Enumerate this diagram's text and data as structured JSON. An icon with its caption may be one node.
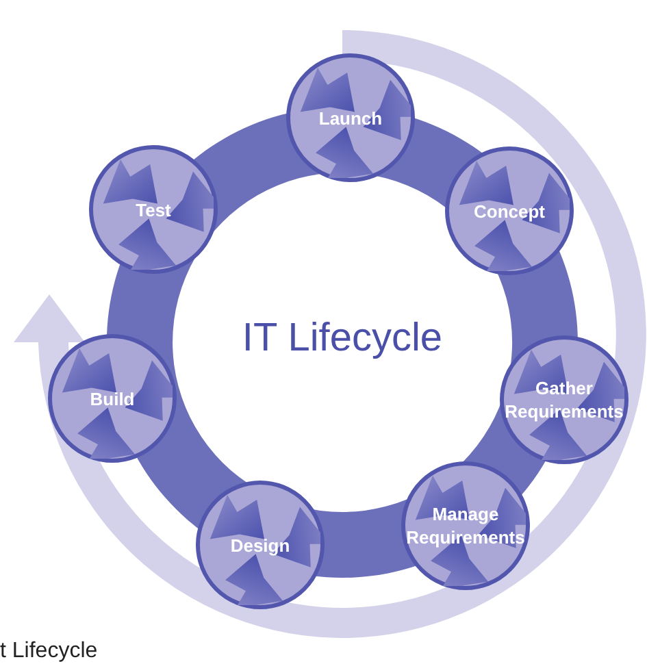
{
  "diagram": {
    "title": "IT Lifecycle",
    "nodes": [
      {
        "text": [
          "Launch"
        ]
      },
      {
        "text": [
          "Concept"
        ]
      },
      {
        "text": [
          "Gather Requirements"
        ]
      },
      {
        "text": [
          "Manage Requirements"
        ]
      },
      {
        "text": [
          "Design"
        ]
      },
      {
        "text": [
          "Build"
        ]
      },
      {
        "text": [
          "Test"
        ]
      }
    ],
    "labels": [
      "t Lifecycle"
    ]
  }
}
